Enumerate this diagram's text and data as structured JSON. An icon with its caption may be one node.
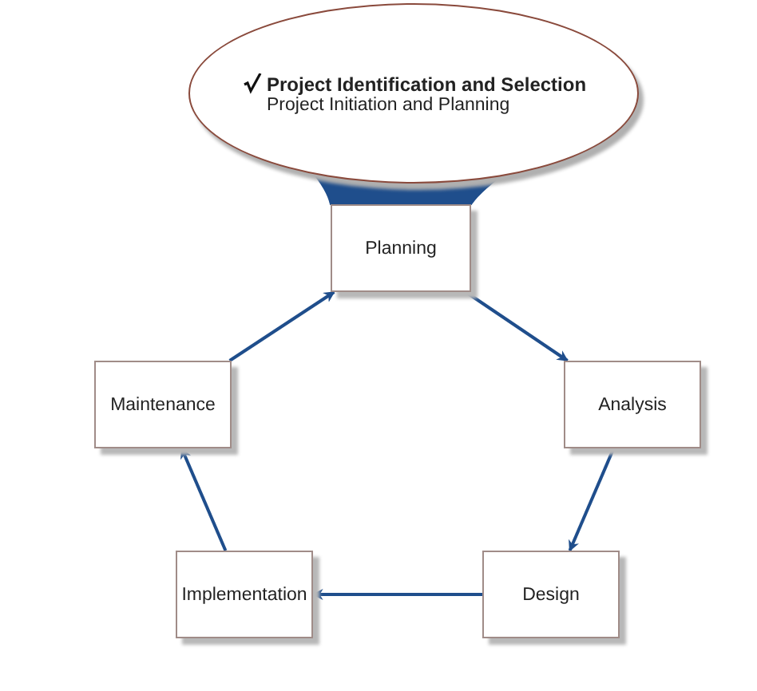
{
  "diagram": {
    "nodes": [
      {
        "text": [
          "Project Identification and Selection",
          "Project Initiation and Planning"
        ]
      },
      {
        "text": [
          "Planning"
        ]
      },
      {
        "text": [
          "Maintenance"
        ]
      },
      {
        "text": [
          "Analysis"
        ]
      },
      {
        "text": [
          "Implementation"
        ]
      },
      {
        "text": [
          "Design"
        ]
      }
    ],
    "edges": [
      {
        "from": 0,
        "to": 1,
        "arrow": "none",
        "style": "thick"
      },
      {
        "from": 1,
        "to": 3,
        "arrow": "to"
      },
      {
        "from": 3,
        "to": 5,
        "arrow": "to"
      },
      {
        "from": 5,
        "to": 4,
        "arrow": "to"
      },
      {
        "from": 4,
        "to": 2,
        "arrow": "to"
      },
      {
        "from": 2,
        "to": 1,
        "arrow": "to"
      }
    ]
  }
}
